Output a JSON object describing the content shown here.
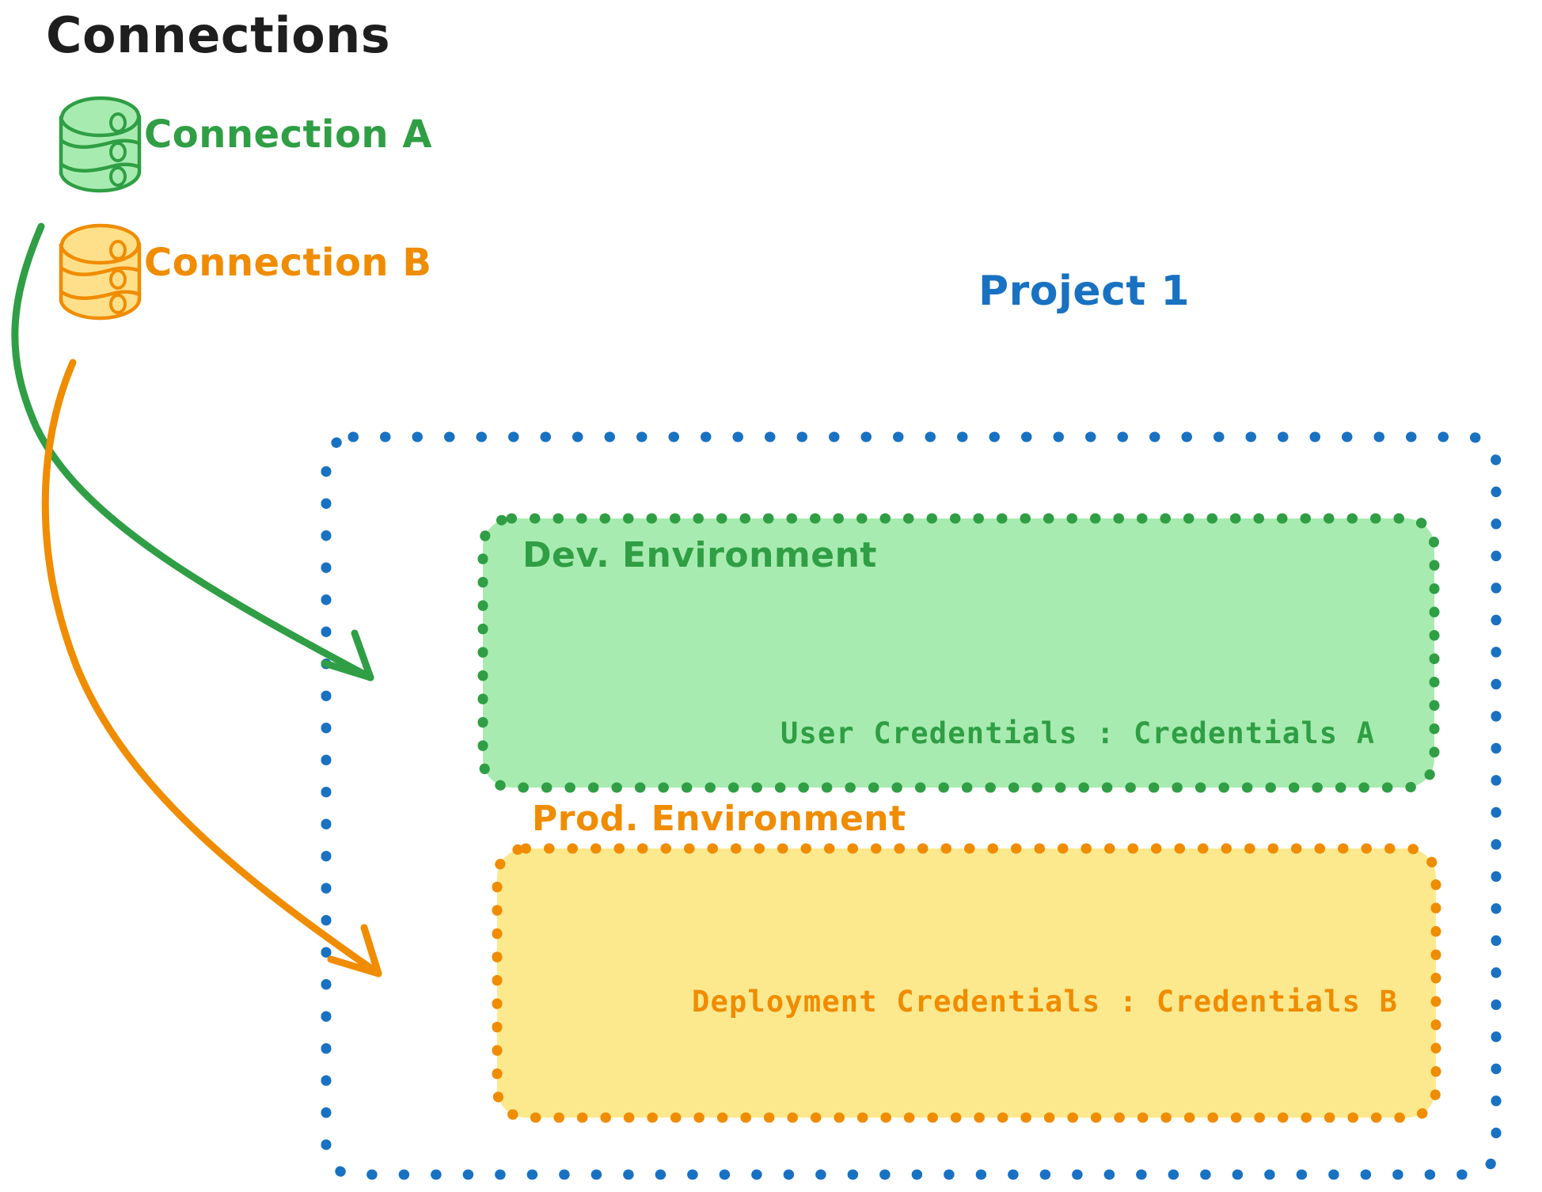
{
  "diagram": {
    "title": "Connections",
    "background_color": "#ffffff"
  },
  "connections": {
    "heading": "Connections",
    "items": [
      {
        "name": "Connection A",
        "icon": "database-cylinder-icon",
        "stroke_color": "#2f9e44",
        "fill_color": "#a8ebb0",
        "target": "Dev. Environment"
      },
      {
        "name": "Connection B",
        "icon": "database-cylinder-icon",
        "stroke_color": "#f08c00",
        "fill_color": "#ffe08a",
        "target": "Prod. Environment"
      }
    ]
  },
  "project": {
    "label": "Project 1",
    "border_color": "#1971c2",
    "border_style": "dotted",
    "environments": [
      {
        "id": "dev",
        "title": "Dev. Environment",
        "credentials_label": "User Credentials",
        "credentials_separator": ":",
        "credentials_value": "Credentials A",
        "credentials_line": "User Credentials : Credentials A",
        "border_color": "#2f9e44",
        "fill_color": "#a8ebb0",
        "border_style": "dotted"
      },
      {
        "id": "prod",
        "title": "Prod. Environment",
        "credentials_label": "Deployment Credentials",
        "credentials_separator": ":",
        "credentials_value": "Credentials B",
        "credentials_line": "Deployment Credentials : Credentials B",
        "border_color": "#f08c00",
        "fill_color": "#fce98e",
        "border_style": "dotted"
      }
    ]
  },
  "arrows": [
    {
      "id": "arrow-connection-a-to-dev",
      "from": "Connection A",
      "to": "Dev. Environment",
      "color": "#2f9e44"
    },
    {
      "id": "arrow-connection-b-to-prod",
      "from": "Connection B",
      "to": "Prod. Environment",
      "color": "#f08c00"
    }
  ],
  "colors": {
    "green_stroke": "#2f9e44",
    "green_fill": "#a8ebb0",
    "orange_stroke": "#f08c00",
    "orange_fill": "#fce98e",
    "blue_stroke": "#1971c2",
    "ink": "#1e1e1e"
  }
}
